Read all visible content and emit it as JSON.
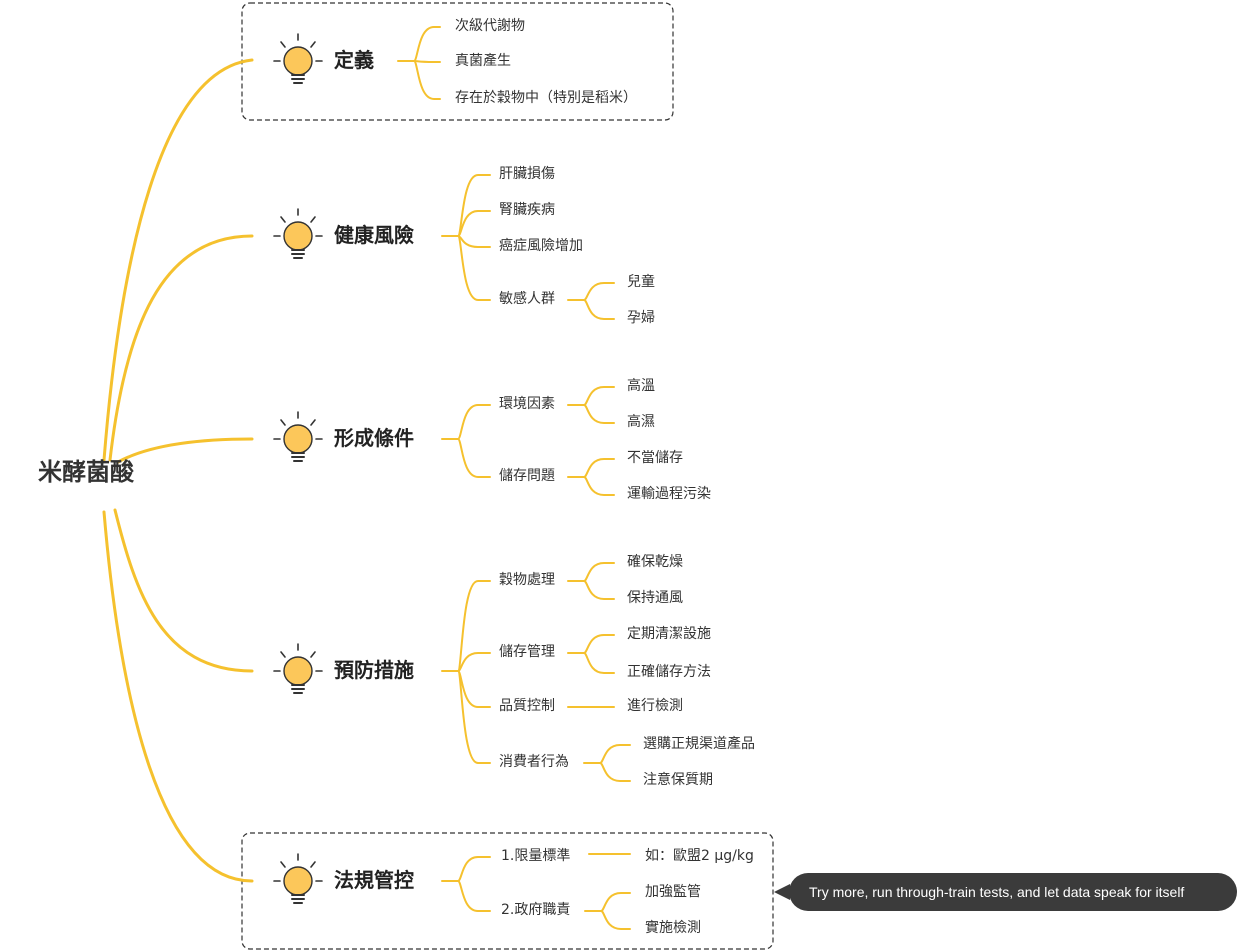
{
  "root": "米酵菌酸",
  "branches": [
    {
      "label": "定義",
      "children": [
        {
          "label": "次級代謝物"
        },
        {
          "label": "真菌產生"
        },
        {
          "label": "存在於穀物中（特別是稻米）"
        }
      ]
    },
    {
      "label": "健康風險",
      "children": [
        {
          "label": "肝臟損傷"
        },
        {
          "label": "腎臟疾病"
        },
        {
          "label": "癌症風險增加"
        },
        {
          "label": "敏感人群",
          "children": [
            {
              "label": "兒童"
            },
            {
              "label": "孕婦"
            }
          ]
        }
      ]
    },
    {
      "label": "形成條件",
      "children": [
        {
          "label": "環境因素",
          "children": [
            {
              "label": "高溫"
            },
            {
              "label": "高濕"
            }
          ]
        },
        {
          "label": "儲存問題",
          "children": [
            {
              "label": "不當儲存"
            },
            {
              "label": "運輸過程污染"
            }
          ]
        }
      ]
    },
    {
      "label": "預防措施",
      "children": [
        {
          "label": "穀物處理",
          "children": [
            {
              "label": "確保乾燥"
            },
            {
              "label": "保持通風"
            }
          ]
        },
        {
          "label": "儲存管理",
          "children": [
            {
              "label": "定期清潔設施"
            },
            {
              "label": "正確儲存方法"
            }
          ]
        },
        {
          "label": "品質控制",
          "children": [
            {
              "label": "進行檢測"
            }
          ]
        },
        {
          "label": "消費者行為",
          "children": [
            {
              "label": "選購正規渠道產品"
            },
            {
              "label": "注意保質期"
            }
          ]
        }
      ]
    },
    {
      "label": "法規管控",
      "children": [
        {
          "label": "1.限量標準",
          "children": [
            {
              "label": "如：歐盟2 μg/kg"
            }
          ]
        },
        {
          "label": "2.政府職責",
          "children": [
            {
              "label": "加強監管"
            },
            {
              "label": "實施檢測"
            }
          ]
        }
      ]
    }
  ],
  "note": "Try more, run through-train tests, and let data speak for itself",
  "colors": {
    "line": "#f5c12e",
    "bulb": "#fcc75a",
    "bulb_base": "#333333",
    "frame": "#333333"
  },
  "icons": {
    "branch_icon": "lightbulb-icon"
  }
}
